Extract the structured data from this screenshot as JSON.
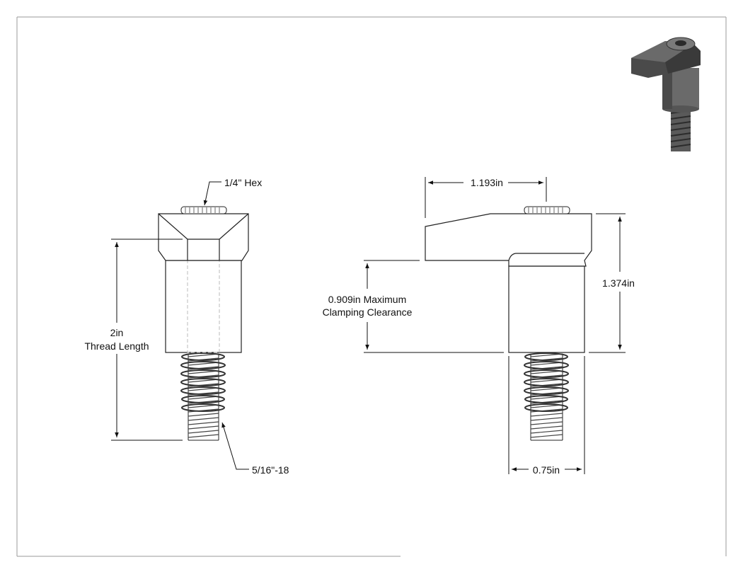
{
  "drawing": {
    "colors": {
      "line": "#111111",
      "part_outline": "#222222",
      "hidden_line": "#bbbbbb",
      "iso_dark": "#3a3a3a",
      "iso_light": "#6a6a6a"
    },
    "labels": {
      "hex": "1/4\" Hex",
      "thread_length_value": "2in",
      "thread_length_text": "Thread Length",
      "thread_spec": "5/16\"-18",
      "arm_length": "1.193in",
      "total_height": "1.374in",
      "clearance_line1": "0.909in Maximum",
      "clearance_line2": "Clamping Clearance",
      "diameter": "0.75in"
    }
  }
}
